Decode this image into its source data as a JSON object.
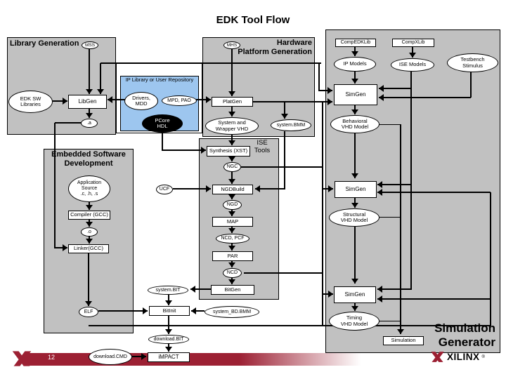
{
  "slide": {
    "title": "EDK Tool Flow",
    "page_number": "12",
    "brand": {
      "name": "XILINX",
      "registered": "®"
    }
  },
  "sections": {
    "library_generation": "Library Generation",
    "hardware_platform_generation": "Hardware\nPlatform Generation",
    "ip_repository": "IP Library or User Repository",
    "embedded_software_development": "Embedded Software\nDevelopment",
    "ise_tools": "ISE\nTools",
    "simulation_generator": "Simulation\nGenerator"
  },
  "nodes": {
    "mss": "MSS",
    "mhs": "MHS",
    "edk_sw_libraries": "EDK SW\nLibraries",
    "libgen": "LibGen",
    "a_file": ".a",
    "drivers_mdd": "Drivers,\nMDD",
    "mpd_pao": "MPD, PAO",
    "pcore_hdl": "PCore\nHDL",
    "platgen": "PlatGen",
    "system_wrapper_vhd": "System and\nWrapper VHD",
    "system_bmm": "system.BMM",
    "synthesis_xst": "Synthesis (XST)",
    "ngc": "NGC",
    "ngdbuild": "NGDBuild",
    "ngd": "NGD",
    "map": "MAP",
    "ncd_pcf": "NCD, PCF",
    "par": "PAR",
    "ncd": "NCD",
    "bitgen": "BitGen",
    "system_bit": "system.BIT",
    "bitinit": "BitInit",
    "system_bd_bmm": "system_BD.BMM",
    "elf": "ELF",
    "download_bit": "download.BIT",
    "download_cmd": "download.CMD",
    "impact": "iMPACT",
    "application_source": "Application\nSource\n.c, .h, .s",
    "compiler_gcc": "Compiler (GCC)",
    "o_file": ".o",
    "linker_gcc": "Linker(GCC)",
    "ucf": "UCF",
    "compedklib": "CompEDKLib",
    "compxlib": "CompXLib",
    "ip_models": "IP Models",
    "ise_models": "ISE Models",
    "testbench_stimulus": "Testbench\nStimulus",
    "simgen_1": "SimGen",
    "simgen_2": "SimGen",
    "simgen_3": "SimGen",
    "behavioral_vhd_model": "Behavioral\nVHD Model",
    "structural_vhd_model": "Structural\nVHD Model",
    "timing_vhd_model": "Timing\nVHD Model",
    "simulation": "Simulation"
  },
  "colors": {
    "panel_gray": "#c1c1c1",
    "repository_blue": "#9dc6ef",
    "banner_red": "#9c2033",
    "pcore_black": "#000000",
    "node_white": "#ffffff"
  }
}
